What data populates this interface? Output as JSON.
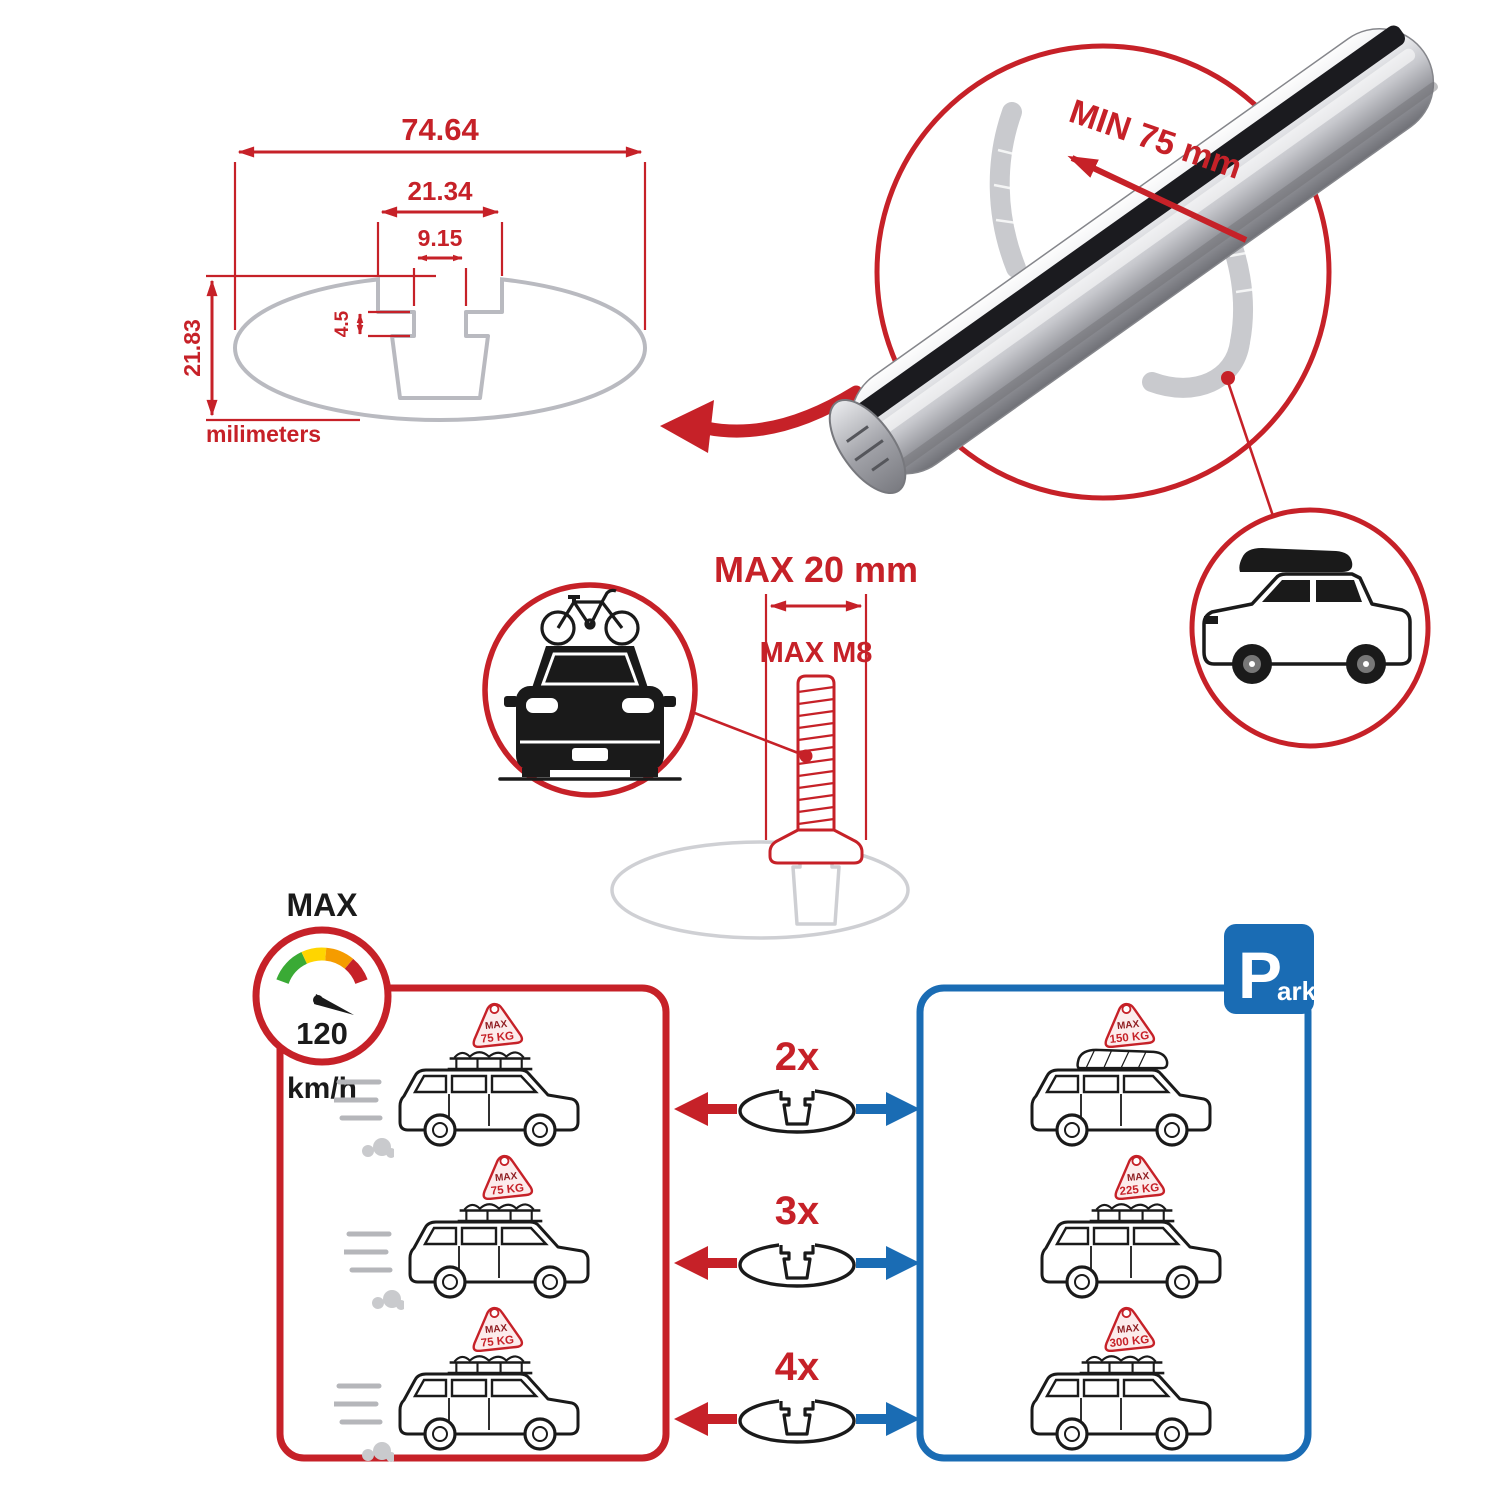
{
  "colors": {
    "red": "#c62128",
    "blue": "#1a6cb4",
    "gray_outline": "#b9bac0",
    "black": "#1a1a1a"
  },
  "cross_section": {
    "total_width": "74.64",
    "slot_width": "21.34",
    "bolt_channel_width": "9.15",
    "lip_height": "4.5",
    "total_height": "21.83",
    "units_label": "milimeters"
  },
  "bar_zoom": {
    "min_clamp_span_label": "MIN 75 mm"
  },
  "bolt_spec": {
    "max_width_label": "MAX 20 mm",
    "max_thread_label": "MAX M8"
  },
  "speedometer": {
    "max_label": "MAX",
    "speed_value": "120",
    "speed_unit": "km/h"
  },
  "parking_sign": {
    "letter": "P",
    "rest": "ark"
  },
  "bar_quantities": [
    {
      "label": "2x"
    },
    {
      "label": "3x"
    },
    {
      "label": "4x"
    }
  ],
  "driving_panel": {
    "cars": [
      {
        "sign_label": "MAX",
        "sign_load": "75 KG"
      },
      {
        "sign_label": "MAX",
        "sign_load": "75 KG"
      },
      {
        "sign_label": "MAX",
        "sign_load": "75 KG"
      }
    ]
  },
  "parked_panel": {
    "cars": [
      {
        "sign_label": "MAX",
        "sign_load": "150 KG"
      },
      {
        "sign_label": "MAX",
        "sign_load": "225 KG"
      },
      {
        "sign_label": "MAX",
        "sign_load": "300 KG"
      }
    ]
  }
}
